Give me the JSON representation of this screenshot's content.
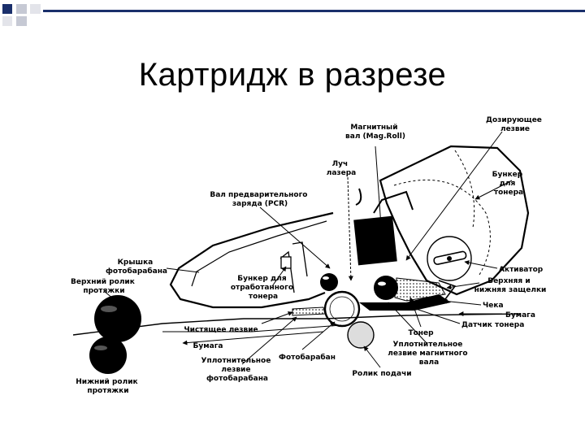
{
  "slide": {
    "title": "Картридж в разрезе",
    "accent_color": "#1a2f6b",
    "square_colors": [
      "#1a2f6b",
      "#c6c9d4",
      "#e3e4ea"
    ]
  },
  "diagram": {
    "labels": {
      "magroll": [
        "Магнитный",
        "вал (Mag.Roll)"
      ],
      "doctor_blade": [
        "Дозирующее",
        "лезвие"
      ],
      "laser": [
        "Луч",
        "лазера"
      ],
      "toner_hopper": [
        "Бункер",
        "для",
        "тонера"
      ],
      "pcr": [
        "Вал предварительного",
        "заряда (PCR)"
      ],
      "drum_cover": [
        "Крышка",
        "фотобарабана"
      ],
      "upper_roller": [
        "Верхний ролик",
        "протяжки"
      ],
      "waste_hopper": [
        "Бункер для",
        "отработанного",
        "тонера"
      ],
      "activator": [
        "Активатор"
      ],
      "latches": [
        "Верхняя и",
        "нижняя защелки"
      ],
      "pin": [
        "Чека"
      ],
      "paper_right": [
        "Бумага"
      ],
      "toner_sensor": [
        "Датчик тонера"
      ],
      "wiper_blade": [
        "Чистящее лезвие"
      ],
      "toner": [
        "Тонер"
      ],
      "magroll_seal": [
        "Уплотнительное",
        "лезвие магнитного",
        "вала"
      ],
      "paper_left": [
        "Бумага"
      ],
      "drum_seal": [
        "Уплотнительное",
        "лезвие",
        "фотобарабана"
      ],
      "drum": [
        "Фотобарабан"
      ],
      "feed_roller": [
        "Ролик подачи"
      ],
      "lower_roller": [
        "Нижний ролик",
        "протяжки"
      ]
    }
  }
}
